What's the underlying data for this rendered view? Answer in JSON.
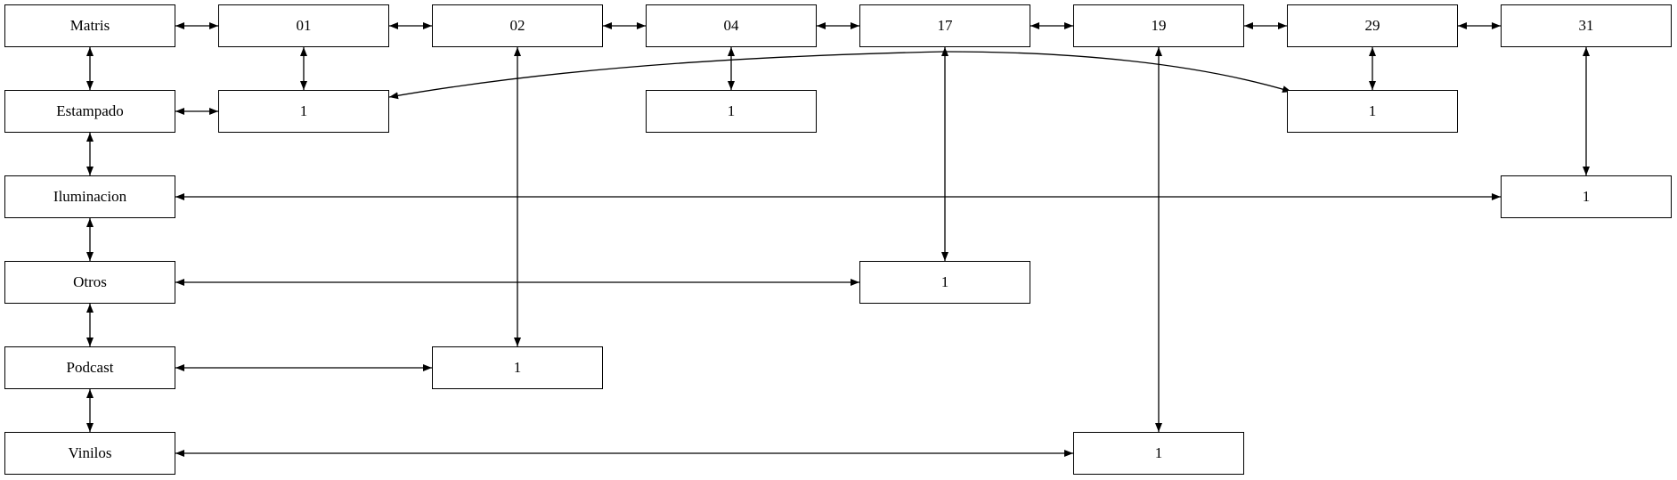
{
  "nodes": {
    "matris": "Matris",
    "h01": "01",
    "h02": "02",
    "h04": "04",
    "h17": "17",
    "h19": "19",
    "h29": "29",
    "h31": "31",
    "estampado": "Estampado",
    "estampado_01": "1",
    "estampado_04": "1",
    "estampado_29": "1",
    "iluminacion": "Iluminacion",
    "iluminacion_31": "1",
    "otros": "Otros",
    "otros_17": "1",
    "podcast": "Podcast",
    "podcast_02": "1",
    "vinilos": "Vinilos",
    "vinilos_19": "1"
  },
  "colors": {
    "stroke": "#000000",
    "fill": "#ffffff"
  }
}
